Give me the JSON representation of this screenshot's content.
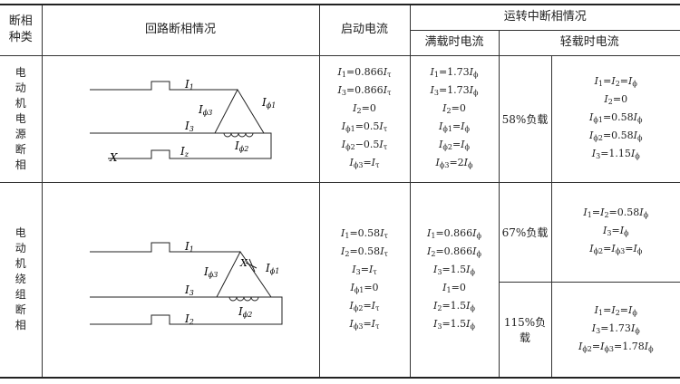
{
  "headers": {
    "type": "断相\n种类",
    "circuit": "回路断相情况",
    "start_current": "启动电流",
    "running": "运转中断相情况",
    "full_load": "满载时电流",
    "light_load": "轻载时电流"
  },
  "row1": {
    "type": "电\n动\n机\n电\n源\n断\n相",
    "diagram_labels": {
      "i1": "I",
      "i1_sub": "1",
      "i3": "I",
      "i3_sub": "3",
      "iz": "I",
      "iz_sub": "z",
      "x": "X",
      "iph1": "I",
      "iph1_sub": "ϕ1",
      "iph2": "I",
      "iph2_sub": "ϕ2",
      "iph3": "I",
      "iph3_sub": "ϕ3"
    },
    "start": [
      [
        {
          "t": "I",
          "s": "1"
        },
        {
          "t": "=0.866"
        },
        {
          "t": "I",
          "s": "τ"
        }
      ],
      [
        {
          "t": "I",
          "s": "3"
        },
        {
          "t": "=0.866"
        },
        {
          "t": "I",
          "s": "τ"
        }
      ],
      [
        {
          "t": "I",
          "s": "2"
        },
        {
          "t": "=0"
        }
      ],
      [
        {
          "t": "I",
          "s": "ϕ1"
        },
        {
          "t": "=0.5"
        },
        {
          "t": "I",
          "s": "τ"
        }
      ],
      [
        {
          "t": "I",
          "s": "ϕ2"
        },
        {
          "t": "−0.5"
        },
        {
          "t": "I",
          "s": "τ"
        }
      ],
      [
        {
          "t": "I",
          "s": "ϕ3"
        },
        {
          "t": "="
        },
        {
          "t": "I",
          "s": "τ"
        }
      ]
    ],
    "full": [
      [
        {
          "t": "I",
          "s": "1"
        },
        {
          "t": "=1.73"
        },
        {
          "t": "I",
          "s": "ϕ"
        }
      ],
      [
        {
          "t": "I",
          "s": "3"
        },
        {
          "t": "=1.73"
        },
        {
          "t": "I",
          "s": "ϕ"
        }
      ],
      [
        {
          "t": "I",
          "s": "2"
        },
        {
          "t": "=0"
        }
      ],
      [
        {
          "t": "I",
          "s": "ϕ1"
        },
        {
          "t": "="
        },
        {
          "t": "I",
          "s": "ϕ"
        }
      ],
      [
        {
          "t": "I",
          "s": "ϕ2"
        },
        {
          "t": "="
        },
        {
          "t": "I",
          "s": "ϕ"
        }
      ],
      [
        {
          "t": "I",
          "s": "ϕ3"
        },
        {
          "t": "=2"
        },
        {
          "t": "I",
          "s": "ϕ"
        }
      ]
    ],
    "light_load_label": "58%负载",
    "light": [
      [
        {
          "t": "I",
          "s": "1"
        },
        {
          "t": "="
        },
        {
          "t": "I",
          "s": "2"
        },
        {
          "t": "="
        },
        {
          "t": "I",
          "s": "ϕ"
        }
      ],
      [
        {
          "t": "I",
          "s": "2"
        },
        {
          "t": "=0"
        }
      ],
      [
        {
          "t": "I",
          "s": "ϕ1"
        },
        {
          "t": "=0.58"
        },
        {
          "t": "I",
          "s": "ϕ"
        }
      ],
      [
        {
          "t": "I",
          "s": "ϕ2"
        },
        {
          "t": "=0.58"
        },
        {
          "t": "I",
          "s": "ϕ"
        }
      ],
      [
        {
          "t": "I",
          "s": "3"
        },
        {
          "t": "=1.15"
        },
        {
          "t": "I",
          "s": "ϕ"
        }
      ]
    ]
  },
  "row2": {
    "type": "电\n动\n机\n绕\n组\n断\n相",
    "diagram_labels": {
      "i1": "I",
      "i1_sub": "1",
      "i3": "I",
      "i3_sub": "3",
      "i2": "I",
      "i2_sub": "2",
      "x": "X",
      "iph1": "I",
      "iph1_sub": "ϕ1",
      "iph2": "I",
      "iph2_sub": "ϕ2",
      "iph3": "I",
      "iph3_sub": "ϕ3"
    },
    "start": [
      [
        {
          "t": "I",
          "s": "1"
        },
        {
          "t": "=0.58"
        },
        {
          "t": "I",
          "s": "τ"
        }
      ],
      [
        {
          "t": "I",
          "s": "2"
        },
        {
          "t": "=0.58"
        },
        {
          "t": "I",
          "s": "τ"
        }
      ],
      [
        {
          "t": "I",
          "s": "3"
        },
        {
          "t": "="
        },
        {
          "t": "I",
          "s": "τ"
        }
      ],
      [
        {
          "t": "I",
          "s": "ϕ1"
        },
        {
          "t": "=0"
        }
      ],
      [
        {
          "t": "I",
          "s": "ϕ2"
        },
        {
          "t": "="
        },
        {
          "t": "I",
          "s": "τ"
        }
      ],
      [
        {
          "t": "I",
          "s": "ϕ3"
        },
        {
          "t": "="
        },
        {
          "t": "I",
          "s": "τ"
        }
      ]
    ],
    "full": [
      [
        {
          "t": "I",
          "s": "1"
        },
        {
          "t": "=0.866"
        },
        {
          "t": "I",
          "s": "ϕ"
        }
      ],
      [
        {
          "t": "I",
          "s": "2"
        },
        {
          "t": "=0.866"
        },
        {
          "t": "I",
          "s": "ϕ"
        }
      ],
      [
        {
          "t": "I",
          "s": "3"
        },
        {
          "t": "=1.5"
        },
        {
          "t": "I",
          "s": "ϕ"
        }
      ],
      [
        {
          "t": "I",
          "s": "1"
        },
        {
          "t": "=0"
        }
      ],
      [
        {
          "t": "I",
          "s": "2"
        },
        {
          "t": "=1.5"
        },
        {
          "t": "I",
          "s": "ϕ"
        }
      ],
      [
        {
          "t": "I",
          "s": "3"
        },
        {
          "t": "=1.5"
        },
        {
          "t": "I",
          "s": "ϕ"
        }
      ]
    ],
    "load_67_label": "67%负载",
    "light_67": [
      [
        {
          "t": "I",
          "s": "1"
        },
        {
          "t": "="
        },
        {
          "t": "I",
          "s": "2"
        },
        {
          "t": "=0.58"
        },
        {
          "t": "I",
          "s": "ϕ"
        }
      ],
      [
        {
          "t": "I",
          "s": "3"
        },
        {
          "t": "="
        },
        {
          "t": "I",
          "s": "ϕ"
        }
      ],
      [
        {
          "t": "I",
          "s": "ϕ2"
        },
        {
          "t": "="
        },
        {
          "t": "I",
          "s": "ϕ3"
        },
        {
          "t": "="
        },
        {
          "t": "I",
          "s": "ϕ"
        }
      ]
    ],
    "load_115_label": "115%负载",
    "light_115": [
      [
        {
          "t": "I",
          "s": "1"
        },
        {
          "t": "="
        },
        {
          "t": "I",
          "s": "2"
        },
        {
          "t": "="
        },
        {
          "t": "I",
          "s": "ϕ"
        }
      ],
      [
        {
          "t": "I",
          "s": "3"
        },
        {
          "t": "=1.73"
        },
        {
          "t": "I",
          "s": "ϕ"
        }
      ],
      [
        {
          "t": "I",
          "s": "ϕ2"
        },
        {
          "t": "="
        },
        {
          "t": "I",
          "s": "ϕ3"
        },
        {
          "t": "=1.78"
        },
        {
          "t": "I",
          "s": "ϕ"
        }
      ]
    ]
  }
}
